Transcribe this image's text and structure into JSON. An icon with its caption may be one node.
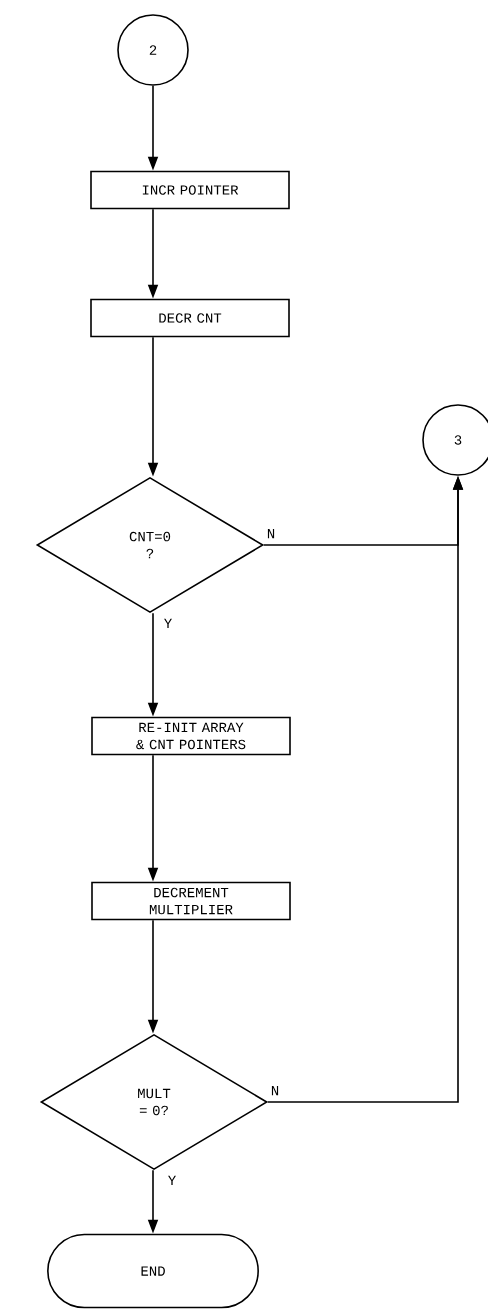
{
  "diagram": {
    "nodes": [
      {
        "text": [
          "2"
        ]
      },
      {
        "text": [
          "INCR POINTER"
        ]
      },
      {
        "text": [
          "DECR CNT"
        ]
      },
      {
        "text": [
          "3"
        ]
      },
      {
        "text": [
          "CNT=0 ?"
        ]
      },
      {
        "text": [
          "RE-INIT ARRAY & CNT POINTERS"
        ]
      },
      {
        "text": [
          "DECREMENT MULTIPLIER"
        ]
      },
      {
        "text": [
          "MULT = 0?"
        ]
      },
      {
        "text": [
          "END"
        ]
      }
    ],
    "edges": [
      {
        "from": 0,
        "to": 1,
        "arrow": "to"
      },
      {
        "from": 1,
        "to": 2,
        "arrow": "to"
      },
      {
        "from": 2,
        "to": 4,
        "arrow": "to"
      },
      {
        "from": 4,
        "to": 3,
        "arrow": "to",
        "label": "N"
      },
      {
        "from": 4,
        "to": 5,
        "arrow": "to",
        "label": "Y"
      },
      {
        "from": 5,
        "to": 6,
        "arrow": "to"
      },
      {
        "from": 6,
        "to": 7,
        "arrow": "to"
      },
      {
        "from": 7,
        "to": 3,
        "arrow": "to",
        "label": "N"
      },
      {
        "from": 7,
        "to": 8,
        "arrow": "to",
        "label": "Y"
      }
    ]
  }
}
